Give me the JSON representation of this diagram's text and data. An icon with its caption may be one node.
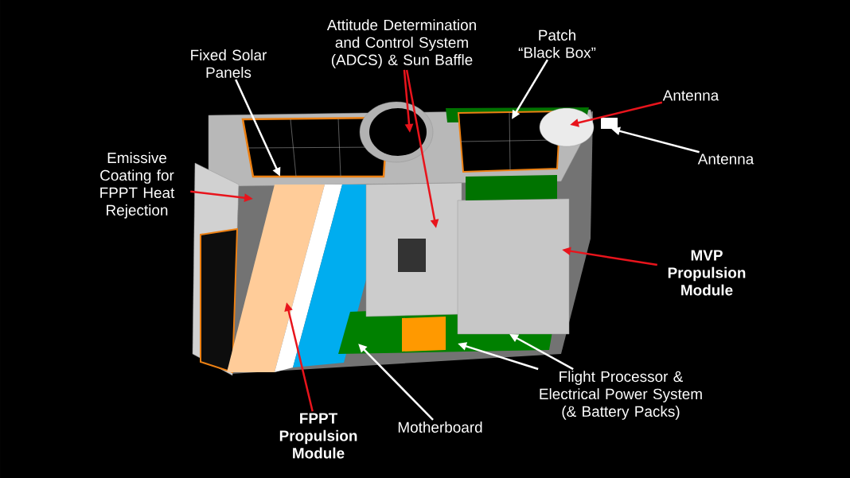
{
  "diagram": {
    "nodes": [
      {
        "text": [
          "Fixed Solar Panels"
        ]
      },
      {
        "text": [
          "Attitude Determination and Control System (ADCS) & Sun Baffle"
        ]
      },
      {
        "text": [
          "Patch “Black Box”"
        ]
      },
      {
        "text": [
          "Antenna"
        ]
      },
      {
        "text": [
          "Antenna"
        ]
      },
      {
        "text": [
          "Emissive Coating for FPPT Heat Rejection"
        ]
      },
      {
        "text": [
          "MVP Propulsion Module"
        ]
      },
      {
        "text": [
          "FPPT Propulsion Module"
        ]
      },
      {
        "text": [
          "Motherboard"
        ]
      },
      {
        "text": [
          "Flight Processor & Electrical Power System (& Battery Packs)"
        ]
      }
    ],
    "edges": [
      {
        "from": 0,
        "to": null,
        "arrow": "to",
        "color": "#ffffff"
      },
      {
        "from": 1,
        "to": null,
        "arrow": "to",
        "color": "#e8141c"
      },
      {
        "from": 1,
        "to": null,
        "arrow": "to",
        "color": "#e8141c"
      },
      {
        "from": 2,
        "to": null,
        "arrow": "to",
        "color": "#ffffff"
      },
      {
        "from": 3,
        "to": null,
        "arrow": "to",
        "color": "#e8141c"
      },
      {
        "from": 4,
        "to": null,
        "arrow": "to",
        "color": "#ffffff"
      },
      {
        "from": 5,
        "to": null,
        "arrow": "to",
        "color": "#e8141c"
      },
      {
        "from": 6,
        "to": null,
        "arrow": "to",
        "color": "#e8141c"
      },
      {
        "from": 7,
        "to": null,
        "arrow": "to",
        "color": "#e8141c"
      },
      {
        "from": 8,
        "to": null,
        "arrow": "to",
        "color": "#ffffff"
      },
      {
        "from": 9,
        "to": null,
        "arrow": "to",
        "color": "#ffffff"
      },
      {
        "from": 9,
        "to": null,
        "arrow": "to",
        "color": "#ffffff"
      }
    ]
  }
}
